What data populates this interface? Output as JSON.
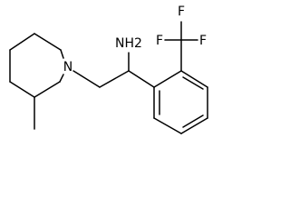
{
  "molecule": {
    "atoms": {
      "amine": "NH2",
      "ring_nitrogen": "N",
      "fluorine_top_left": "F",
      "fluorine_top_right": "F",
      "fluorine_right": "F"
    },
    "colors": {
      "bond": "#000000",
      "label": "#000000",
      "background": "#ffffff"
    }
  }
}
